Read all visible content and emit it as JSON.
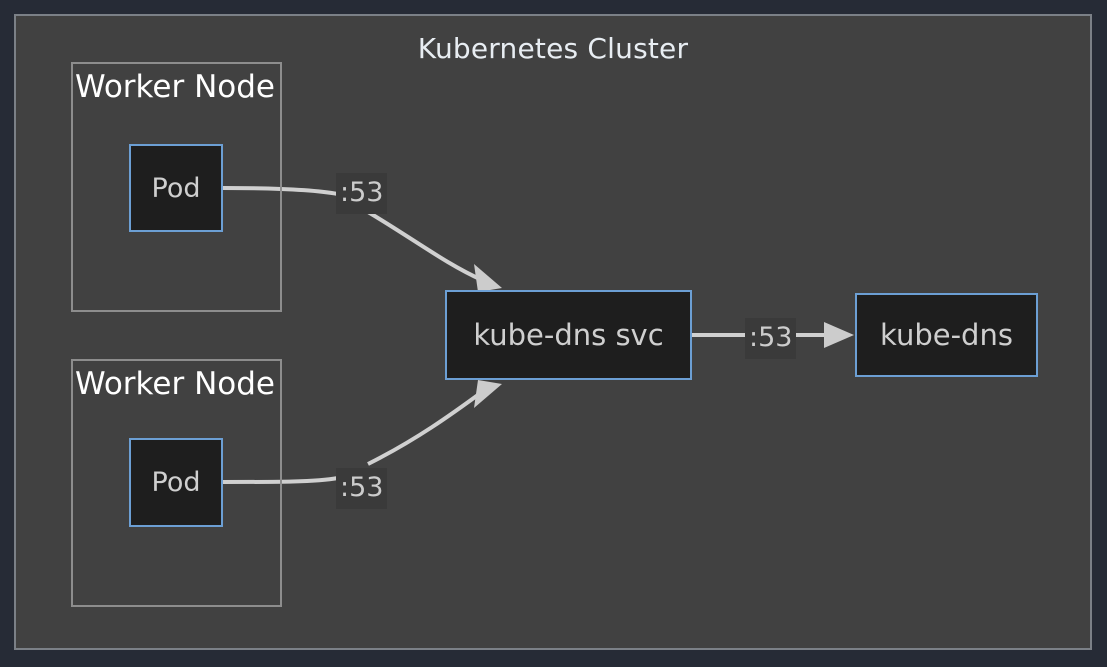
{
  "diagram": {
    "title": "Kubernetes Cluster",
    "type": "architecture-diagram",
    "colors": {
      "page_background": "#262b36",
      "cluster_background": "#414141",
      "cluster_border": "#7b8087",
      "group_border": "#8d8d8d",
      "node_fill": "#1e1e1e",
      "node_border": "#6c9fd4",
      "node_text": "#cfcfcf",
      "group_label_text": "#ffffff",
      "edge_stroke": "#d0d0d0",
      "edge_label_background": "#3a3a3a",
      "edge_label_text": "#cccccc"
    }
  },
  "groups": [
    {
      "id": "worker-node-1",
      "label": "Worker Node"
    },
    {
      "id": "worker-node-2",
      "label": "Worker Node"
    }
  ],
  "nodes": [
    {
      "id": "pod-1",
      "label": "Pod"
    },
    {
      "id": "pod-2",
      "label": "Pod"
    },
    {
      "id": "kube-dns-svc",
      "label": "kube-dns svc"
    },
    {
      "id": "kube-dns",
      "label": "kube-dns"
    }
  ],
  "edges": [
    {
      "id": "edge-pod1-svc",
      "from": "pod-1",
      "to": "kube-dns-svc",
      "label": ":53"
    },
    {
      "id": "edge-pod2-svc",
      "from": "pod-2",
      "to": "kube-dns-svc",
      "label": ":53"
    },
    {
      "id": "edge-svc-dns",
      "from": "kube-dns-svc",
      "to": "kube-dns",
      "label": ":53"
    }
  ]
}
